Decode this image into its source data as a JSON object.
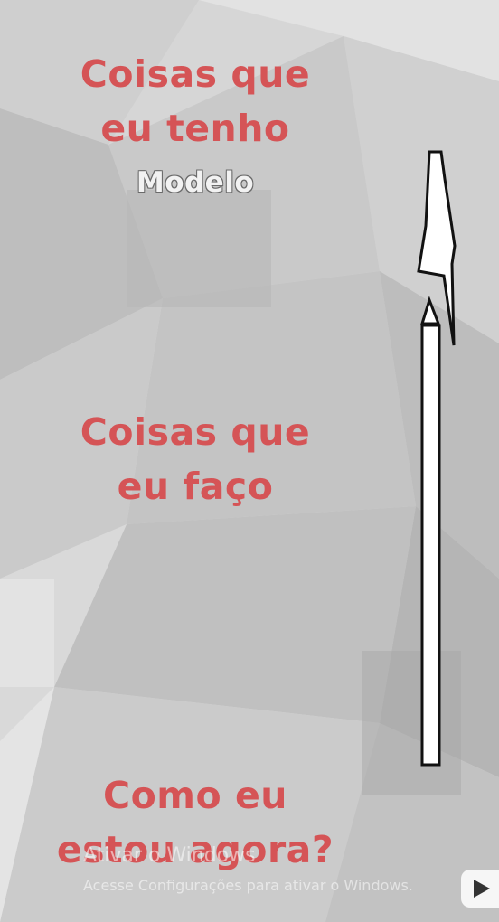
{
  "sections": {
    "have": {
      "line1": "Coisas que",
      "line2": "eu tenho",
      "sub": "Modelo"
    },
    "do": {
      "line1": "Coisas que",
      "line2": "eu faço"
    },
    "now": {
      "line1": "Como eu",
      "line2": "estou agora?"
    }
  },
  "watermark": {
    "title": "Ativar o Windows",
    "subtitle": "Acesse Configurações para ativar o Windows."
  },
  "colors": {
    "heading": "#d55456",
    "sub": "#f2f2f2",
    "background": "#d6d6d6"
  },
  "icons": {
    "pencil": "pencil-icon",
    "play": "play-icon"
  }
}
